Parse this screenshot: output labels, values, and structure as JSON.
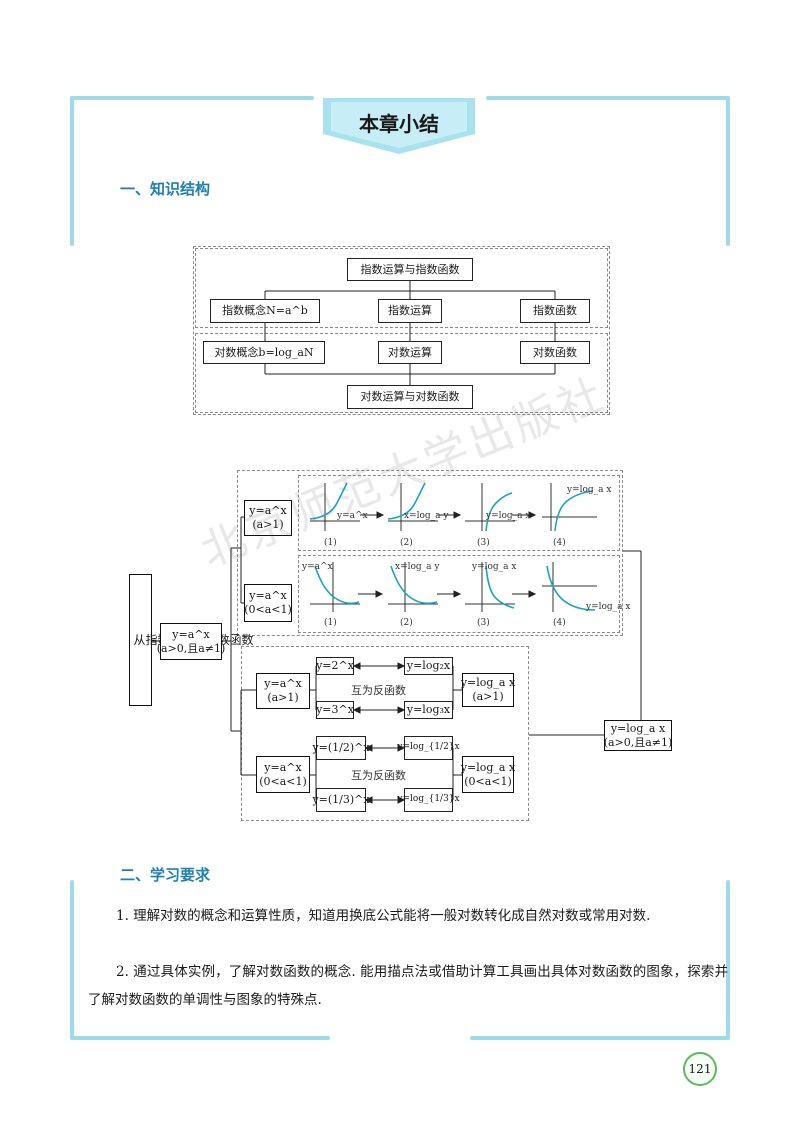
{
  "banner": {
    "title": "本章小结"
  },
  "section1": {
    "heading": "一、知识结构"
  },
  "chart1": {
    "top": "指数运算与指数函数",
    "row1": [
      "指数概念N=a^b",
      "指数运算",
      "指数函数"
    ],
    "row2": [
      "对数概念b=log_aN",
      "对数运算",
      "对数函数"
    ],
    "bottom": "对数运算与对数函数"
  },
  "chart2": {
    "left_vertical": "从指数函数到对数函数",
    "root": {
      "line1": "y=a^x",
      "line2": "(a>0,且a≠1)"
    },
    "case_gt1": {
      "line1": "y=a^x",
      "line2": "(a>1)"
    },
    "case_lt1": {
      "line1": "y=a^x",
      "line2": "(0<a<1)"
    },
    "graph_labels": [
      "(1)",
      "(2)",
      "(3)",
      "(4)"
    ],
    "graph_tags_gt1": [
      "y=a^x",
      "x=log_a y",
      "y=log_a x",
      "y=log_a x"
    ],
    "graph_tags_lt1": [
      "y=a^x",
      "x=log_a y",
      "y=log_a x",
      "y=log_a x"
    ],
    "group_a": {
      "left": {
        "line1": "y=a^x",
        "line2": "(a>1)"
      },
      "exp": [
        "y=2^x",
        "y=3^x"
      ],
      "log": [
        "y=log₂x",
        "y=log₃x"
      ],
      "middle": "互为反函数",
      "right": {
        "line1": "y=log_a x",
        "line2": "(a>1)"
      }
    },
    "group_b": {
      "left": {
        "line1": "y=a^x",
        "line2": "(0<a<1)"
      },
      "exp": [
        "y=(1/2)^x",
        "y=(1/3)^x"
      ],
      "log": [
        "y=log_{1/2}x",
        "y=log_{1/3}x"
      ],
      "middle": "互为反函数",
      "right": {
        "line1": "y=log_a x",
        "line2": "(0<a<1)"
      }
    },
    "result": {
      "line1": "y=log_a x",
      "line2": "(a>0,且a≠1)"
    }
  },
  "section2": {
    "heading": "二、学习要求",
    "p1": "1. 理解对数的概念和运算性质，知道用换底公式能将一般对数转化成自然对数或常用对数.",
    "p2": "2. 通过具体实例，了解对数函数的概念. 能用描点法或借助计算工具画出具体对数函数的图象，探索并了解对数函数的单调性与图象的特殊点."
  },
  "page_number": "121",
  "watermark": "北京师范大学出版社",
  "colors": {
    "frame": "#9ddbe8",
    "heading": "#1e7fb0",
    "curve": "#1aa3c8",
    "banner": "#a9e2ef"
  }
}
